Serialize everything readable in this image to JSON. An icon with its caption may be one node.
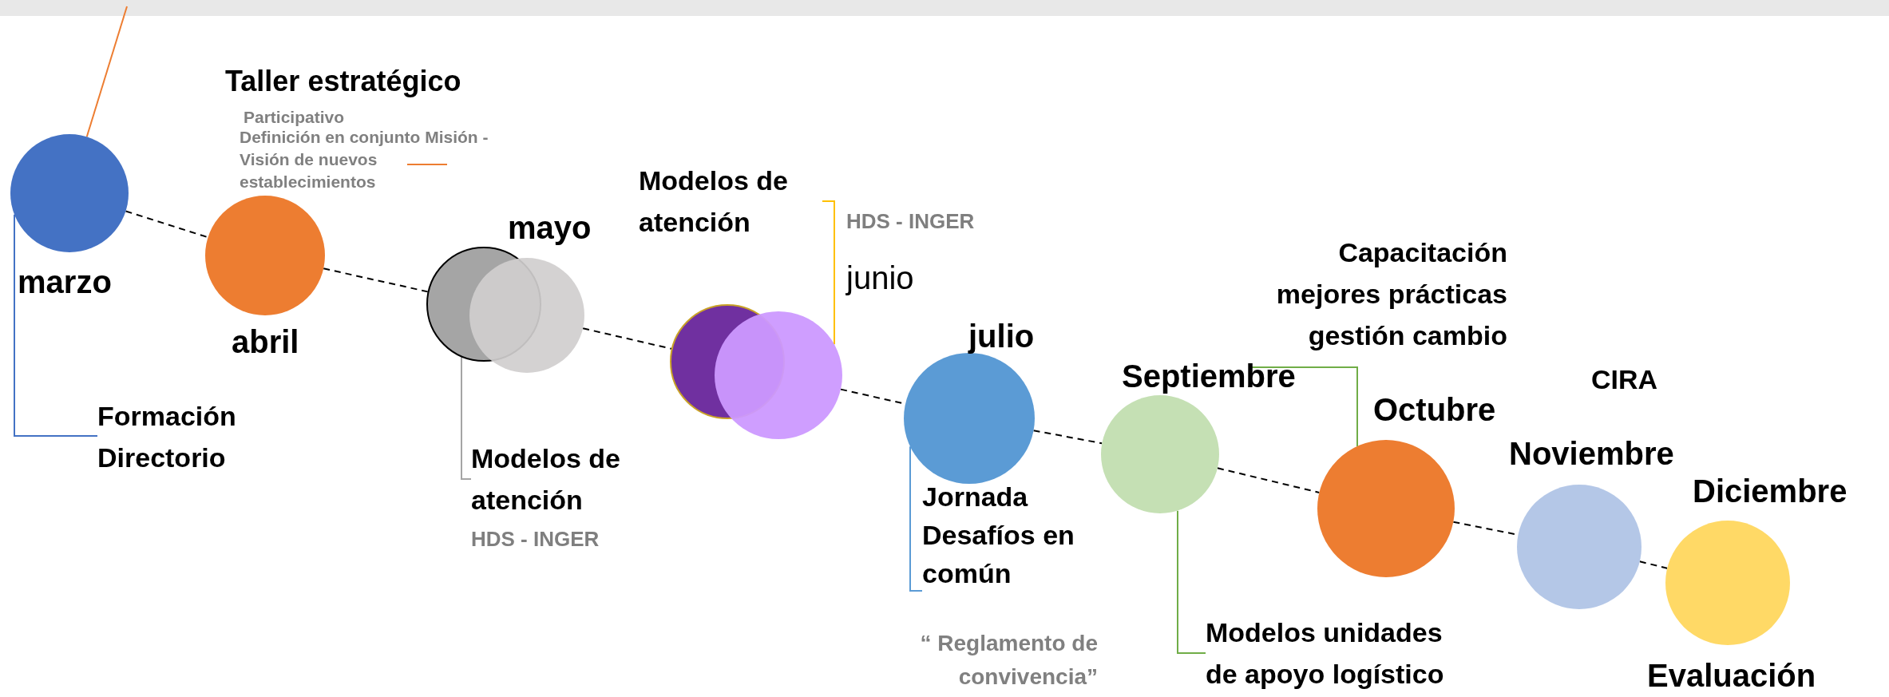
{
  "diagram": {
    "nodes": [
      {
        "text": [],
        "shape": "circle",
        "beside": [
          "marzo"
        ]
      },
      {
        "text": [],
        "shape": "circle",
        "beside": [
          "abril"
        ]
      },
      {
        "text": [],
        "shape": "circle",
        "beside": [
          "mayo"
        ]
      },
      {
        "text": [],
        "shape": "circle"
      },
      {
        "text": [],
        "shape": "circle"
      },
      {
        "text": [],
        "shape": "circle",
        "beside": [
          "junio"
        ]
      },
      {
        "text": [],
        "shape": "circle",
        "beside": [
          "julio"
        ]
      },
      {
        "text": [],
        "shape": "circle",
        "beside": [
          "Septiembre"
        ]
      },
      {
        "text": [],
        "shape": "circle",
        "beside": [
          "Octubre"
        ]
      },
      {
        "text": [],
        "shape": "circle",
        "beside": [
          "Noviembre"
        ]
      },
      {
        "text": [],
        "shape": "circle",
        "beside": [
          "Diciembre",
          "Evaluación"
        ]
      },
      {
        "text": [
          "Formación Directorio"
        ]
      },
      {
        "text": [
          "Modelos de atención"
        ]
      },
      {
        "text": [
          "Modelos de atención"
        ]
      },
      {
        "text": [
          "Jornada Desafíos en común"
        ]
      },
      {
        "text": [
          "Modelos unidades de apoyo logístico"
        ]
      },
      {
        "text": [
          "Capacitación mejores prácticas gestión cambio"
        ]
      }
    ],
    "edges": [
      {
        "from": null,
        "to": 0,
        "arrow": "none",
        "color": "#ed7d31"
      },
      {
        "from": 0,
        "to": 1,
        "arrow": "none",
        "style": "dashed"
      },
      {
        "from": 1,
        "to": 2,
        "arrow": "none",
        "style": "dashed"
      },
      {
        "from": 3,
        "to": 4,
        "arrow": "none",
        "style": "dashed"
      },
      {
        "from": 5,
        "to": 6,
        "arrow": "none",
        "style": "dashed"
      },
      {
        "from": 6,
        "to": 7,
        "arrow": "none",
        "style": "dashed"
      },
      {
        "from": 7,
        "to": 8,
        "arrow": "none",
        "style": "dashed"
      },
      {
        "from": 8,
        "to": 9,
        "arrow": "none",
        "style": "dashed"
      },
      {
        "from": 9,
        "to": 10,
        "arrow": "none",
        "style": "dashed"
      },
      {
        "from": 11,
        "to": 0,
        "arrow": "none",
        "color": "#4472c4"
      },
      {
        "from": 12,
        "to": 2,
        "arrow": "none",
        "color": "#a5a5a5"
      },
      {
        "from": 13,
        "to": 5,
        "arrow": "none",
        "color": "#ffc000"
      },
      {
        "from": 14,
        "to": 6,
        "arrow": "none",
        "color": "#5b9bd5"
      },
      {
        "from": 15,
        "to": 7,
        "arrow": "none",
        "color": "#70ad47"
      },
      {
        "from": 16,
        "to": 8,
        "arrow": "none",
        "color": "#70ad47"
      }
    ],
    "labels": [
      "Taller estratégico",
      "Participativo",
      "Definición en conjunto Misión - Visión de nuevos establecimientos",
      "HDS - INGER",
      "CIRA",
      "HDS - INGER",
      "“ Reglamento de convivencia”"
    ]
  }
}
